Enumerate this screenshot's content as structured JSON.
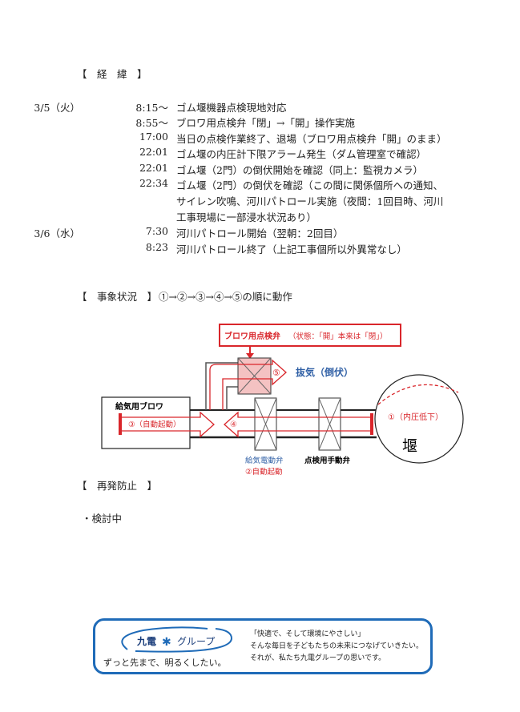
{
  "sections": {
    "history_heading": "【　経　緯　】",
    "situation_heading": "【　事象状況　】",
    "situation_note": "①→②→③→④→⑤の順に動作",
    "prevention_heading": "【　再発防止　】",
    "prevention_item": "・検討中"
  },
  "timeline": [
    {
      "date": "3/5（火）",
      "time": "8:15～",
      "text": "ゴム堰機器点検現地対応"
    },
    {
      "date": "",
      "time": "8:55～",
      "text": "ブロワ用点検弁「閉」→「開」操作実施"
    },
    {
      "date": "",
      "time": "17:00",
      "text": "当日の点検作業終了、退場（ブロワ用点検弁「開」のまま）"
    },
    {
      "date": "",
      "time": "22:01",
      "text": "ゴム堰の内圧計下限アラーム発生（ダム管理室で確認）"
    },
    {
      "date": "",
      "time": "22:01",
      "text": "ゴム堰（2門）の倒伏開始を確認（同上：監視カメラ）"
    },
    {
      "date": "",
      "time": "22:34",
      "text": "ゴム堰（2門）の倒伏を確認（この間に関係個所への通知、"
    },
    {
      "date": "",
      "time": "",
      "text": "サイレン吹鳴、河川パトロール実施（夜間：1回目時、河川"
    },
    {
      "date": "",
      "time": "",
      "text": "工事現場に一部浸水状況あり）"
    },
    {
      "date": "3/6（水）",
      "time": "7:30",
      "text": "河川パトロール開始（翌朝：2回目）"
    },
    {
      "date": "",
      "time": "8:23",
      "text": "河川パトロール終了（上記工事個所以外異常なし）"
    }
  ],
  "diagram": {
    "callout_title": "ブロワ用点検弁",
    "callout_note": "（状態：「開」本来は「閉」）",
    "exhaust_label": "抜気（倒伏）",
    "step5": "⑤",
    "blower_label": "給気用ブロワ",
    "step3": "③（自動起動）",
    "step4": "④",
    "step1": "①（内圧低下）",
    "weir_label": "堰",
    "motor_valve_label": "給気電動弁",
    "step2": "②自動起動",
    "manual_valve_label": "点検用手動弁"
  },
  "footer": {
    "logo_text": "九電",
    "logo_group": "グループ",
    "slogan": "ずっと先まで、明るくしたい。",
    "message_lines": [
      "「快適で、そして環境にやさしい」",
      "そんな毎日を子どもたちの未来につなげていきたい。",
      "それが、私たち九電グループの思いです。"
    ]
  },
  "colors": {
    "red": "#d9262b",
    "blue": "#2f5fa5",
    "border_blue": "#1f6bb8",
    "valve_pink": "#f4c2c2"
  }
}
